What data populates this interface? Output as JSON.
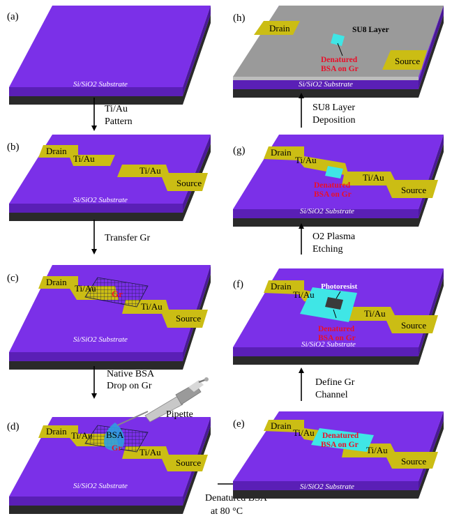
{
  "panels": {
    "a": {
      "label": "(a)"
    },
    "b": {
      "label": "(b)"
    },
    "c": {
      "label": "(c)"
    },
    "d": {
      "label": "(d)"
    },
    "e": {
      "label": "(e)"
    },
    "f": {
      "label": "(f)"
    },
    "g": {
      "label": "(g)"
    },
    "h": {
      "label": "(h)"
    }
  },
  "substrate_label": "Si/SiO2 Substrate",
  "electrodes": {
    "drain": "Drain",
    "source": "Source",
    "metal": "Ti/Au",
    "graphene": "Gr"
  },
  "steps": {
    "ab_line1": "Ti/Au",
    "ab_line2": "Pattern",
    "bc": "Transfer Gr",
    "cd_line1": "Native BSA",
    "cd_line2": "Drop on Gr",
    "de_line1": "Denatured BSA",
    "de_line2": "at 80 °C",
    "ef_line1": "Define Gr",
    "ef_line2": "Channel",
    "fg_line1": "O2 Plasma",
    "fg_line2": "Etching",
    "gh_line1": "SU8 Layer",
    "gh_line2": "Deposition"
  },
  "annotations": {
    "pipette": "Pipette",
    "bsa": "BSA",
    "denatured_line1": "Denatured",
    "denatured_line2": "BSA on Gr",
    "photoresist": "Photoresist",
    "su8": "SU8 Layer"
  },
  "colors": {
    "substrate_top": "#7a2ee6",
    "substrate_side": "#5a1fb4",
    "silicon": "#2a2a2a",
    "electrode": "#c9bd12",
    "bsa": "#3fe6e6",
    "label_red": "#e8102a"
  }
}
